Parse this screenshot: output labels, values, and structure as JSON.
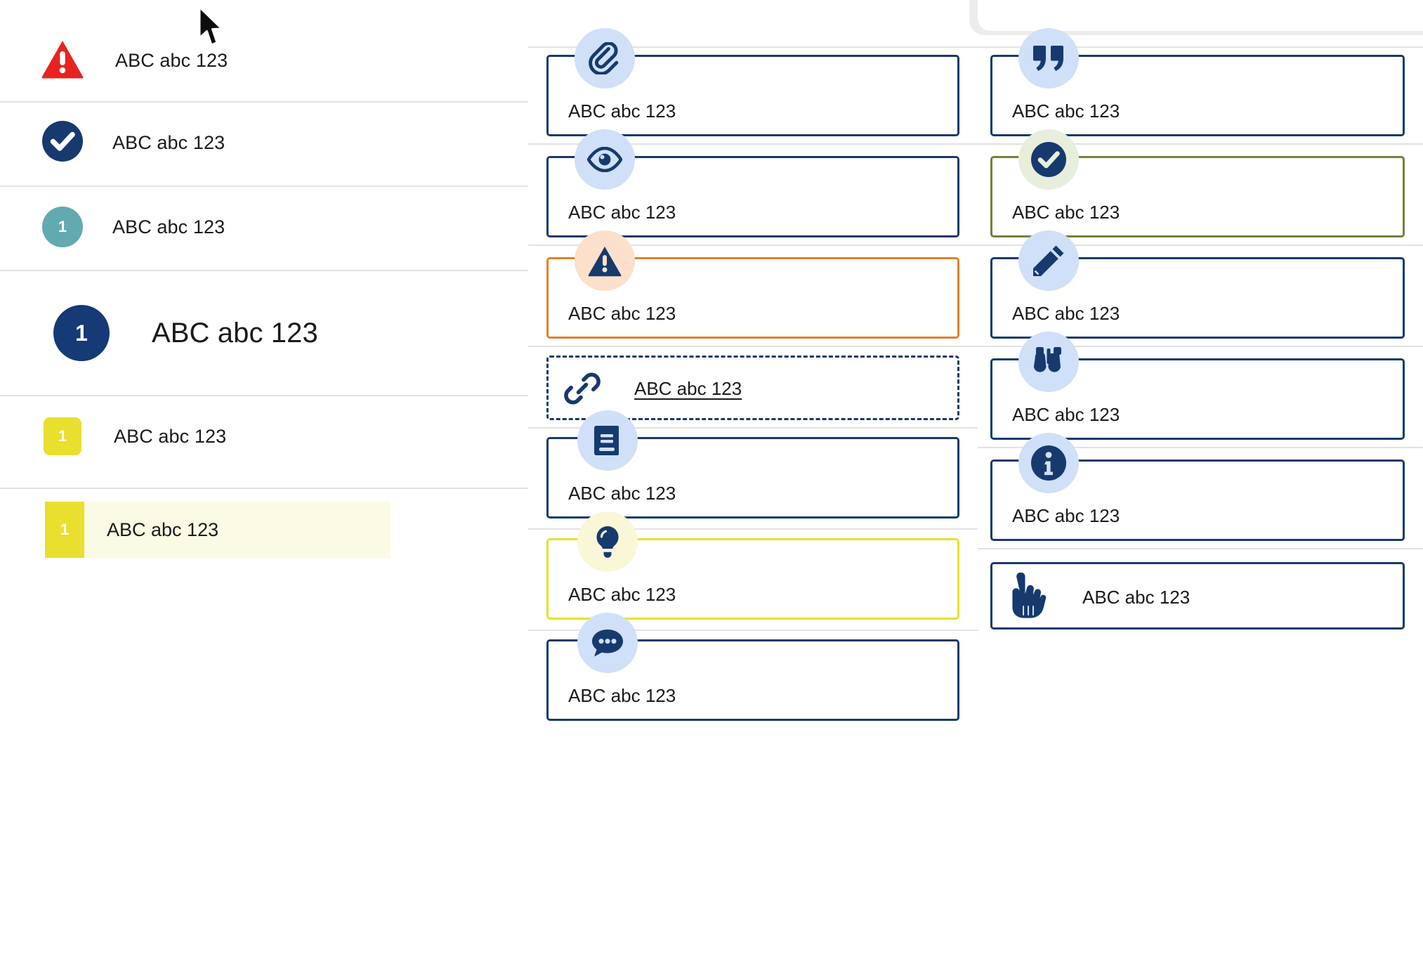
{
  "sidebar": {
    "rows": [
      {
        "id": "danger",
        "icon": "warning-triangle-icon",
        "badge": "",
        "label": "ABC abc 123",
        "color": "#e8231f"
      },
      {
        "id": "success",
        "icon": "check-circle-icon",
        "badge": "",
        "label": "ABC abc 123",
        "color": "#163a6e"
      },
      {
        "id": "teal",
        "icon": "number-circle-icon",
        "badge": "1",
        "label": "ABC abc 123",
        "color": "#62aab0"
      },
      {
        "id": "primary",
        "icon": "number-circle-icon",
        "badge": "1",
        "label": "ABC abc 123",
        "color": "#153a76"
      },
      {
        "id": "yellow",
        "icon": "number-square-icon",
        "badge": "1",
        "label": "ABC abc 123",
        "color": "#e9df2e"
      }
    ],
    "highlighted_row": {
      "badge": "1",
      "label": "ABC abc 123",
      "bar_color": "#e9df2e",
      "bg_color": "#fbfae4"
    }
  },
  "middle_column": {
    "cards": [
      {
        "id": "attachment",
        "icon": "paperclip-icon",
        "icon_bg": "blue",
        "border": "#163a6e",
        "style": "solid",
        "label": "ABC abc 123"
      },
      {
        "id": "preview",
        "icon": "eye-icon",
        "icon_bg": "blue",
        "border": "#163a6e",
        "style": "solid",
        "label": "ABC abc 123"
      },
      {
        "id": "warning",
        "icon": "warning-triangle-icon",
        "icon_bg": "peach",
        "border": "#e58029",
        "style": "solid",
        "label": "ABC abc 123"
      },
      {
        "id": "link",
        "icon": "link-chain-icon",
        "icon_bg": "none",
        "border": "#163a6e",
        "style": "dashed",
        "label": "ABC abc 123"
      },
      {
        "id": "reference",
        "icon": "book-icon",
        "icon_bg": "blue",
        "border": "#163a6e",
        "style": "solid",
        "label": "ABC abc 123"
      },
      {
        "id": "tip",
        "icon": "lightbulb-icon",
        "icon_bg": "cream",
        "border": "#e8e02e",
        "style": "solid",
        "label": "ABC abc 123"
      },
      {
        "id": "comment",
        "icon": "comment-dots-icon",
        "icon_bg": "blue",
        "border": "#163a6e",
        "style": "solid",
        "label": "ABC abc 123"
      }
    ]
  },
  "right_column": {
    "cards": [
      {
        "id": "quote",
        "icon": "quote-marks-icon",
        "icon_bg": "blue",
        "border": "#163a6e",
        "style": "solid",
        "label": "ABC abc 123"
      },
      {
        "id": "success",
        "icon": "check-circle-icon",
        "icon_bg": "sage",
        "border": "#73803c",
        "style": "solid",
        "label": "ABC abc 123"
      },
      {
        "id": "edit",
        "icon": "pencil-icon",
        "icon_bg": "blue",
        "border": "#163a6e",
        "style": "solid",
        "label": "ABC abc 123"
      },
      {
        "id": "observe",
        "icon": "binoculars-icon",
        "icon_bg": "blue",
        "border": "#163a6e",
        "style": "solid",
        "label": "ABC abc 123"
      },
      {
        "id": "info",
        "icon": "info-circle-icon",
        "icon_bg": "blue",
        "border": "#163a6e",
        "style": "solid",
        "label": "ABC abc 123"
      },
      {
        "id": "action",
        "icon": "pointing-hand-icon",
        "icon_bg": "none",
        "border": "#163a6e",
        "style": "solid",
        "label": "ABC abc 123"
      }
    ]
  },
  "colors": {
    "navy": "#163a6e",
    "navy_dark": "#153a76",
    "red": "#e8231f",
    "orange": "#e58029",
    "green": "#73803c",
    "yellow": "#e8e02e",
    "teal": "#62aab0",
    "icon_bg_blue": "#cfe0f8",
    "icon_bg_peach": "#fce0cb",
    "icon_bg_sage": "#e8eedc",
    "icon_bg_cream": "#faf6d8",
    "divider": "#e2e2e2",
    "text": "#1a1a1a",
    "grey_panel": "#ececec"
  }
}
